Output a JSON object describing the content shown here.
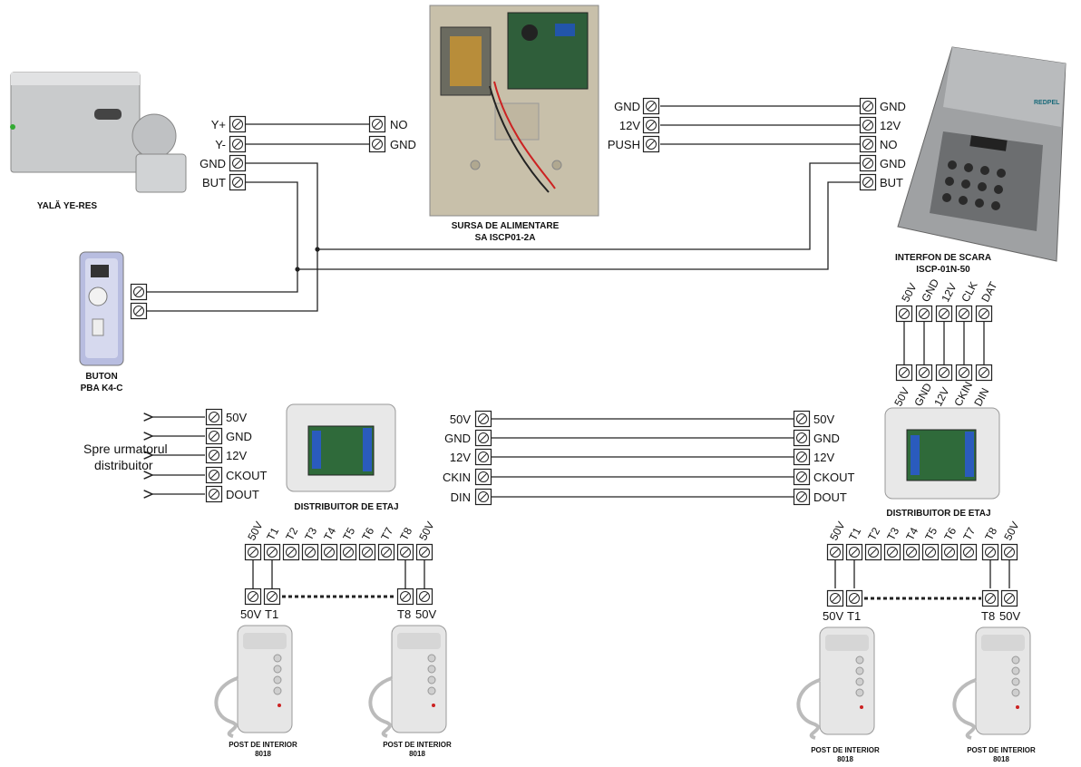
{
  "lock": {
    "caption": "YALĂ  YE-RES",
    "terminals": [
      "Y+",
      "Y-",
      "GND",
      "BUT"
    ]
  },
  "power_supply": {
    "caption_line1": "SURSA DE ALIMENTARE",
    "caption_line2": "SA ISCP01-2A",
    "relay_terminals": [
      "NO",
      "GND"
    ],
    "output_terminals": [
      "GND",
      "12V",
      "PUSH"
    ]
  },
  "intercom": {
    "caption_line1": "INTERFON DE SCARA",
    "caption_line2": "ISCP-01N-50",
    "terminals": [
      "GND",
      "12V",
      "NO",
      "GND",
      "BUT"
    ],
    "brand": "REDPEL",
    "top_pins": [
      "50V",
      "GND",
      "12V",
      "CLK",
      "DAT"
    ],
    "bottom_pins": [
      "50V",
      "GND",
      "12V",
      "CKIN",
      "DIN"
    ]
  },
  "button": {
    "caption_line1": "BUTON",
    "caption_line2": "PBA K4-C"
  },
  "distributor_left": {
    "caption": "DISTRIBUITOR DE ETAJ",
    "out_terminals": [
      "50V",
      "GND",
      "12V",
      "CKOUT",
      "DOUT"
    ],
    "in_terminals": [
      "50V",
      "GND",
      "12V",
      "CKIN",
      "DIN"
    ],
    "next_label_line1": "Spre urmatorul",
    "next_label_line2": "distribuitor",
    "top_pins": [
      "50V",
      "T1",
      "T2",
      "T3",
      "T4",
      "T5",
      "T6",
      "T7",
      "T8",
      "50V"
    ],
    "phone_pins_a": [
      "50V",
      "T1"
    ],
    "phone_pins_b": [
      "T8",
      "50V"
    ]
  },
  "distributor_right": {
    "caption": "DISTRIBUITOR DE ETAJ",
    "out_terminals": [
      "50V",
      "GND",
      "12V",
      "CKOUT",
      "DOUT"
    ],
    "top_pins": [
      "50V",
      "T1",
      "T2",
      "T3",
      "T4",
      "T5",
      "T6",
      "T7",
      "T8",
      "50V"
    ],
    "phone_pins_a": [
      "50V",
      "T1"
    ],
    "phone_pins_b": [
      "T8",
      "50V"
    ]
  },
  "phones": [
    {
      "caption_line1": "POST DE INTERIOR",
      "caption_line2": "8018"
    },
    {
      "caption_line1": "POST DE INTERIOR",
      "caption_line2": "8018"
    },
    {
      "caption_line1": "POST DE INTERIOR",
      "caption_line2": "8018"
    },
    {
      "caption_line1": "POST DE INTERIOR",
      "caption_line2": "8018"
    }
  ]
}
